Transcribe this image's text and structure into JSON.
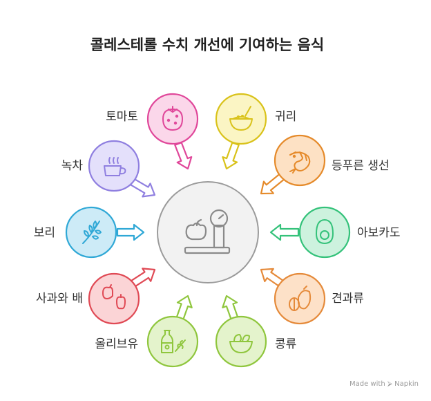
{
  "title": "콜레스테롤 수치 개선에 기여하는 음식",
  "center": {
    "icon": "scale-with-apple-icon"
  },
  "items": [
    {
      "label": "토마토",
      "icon": "tomato-icon",
      "color": "#e0479a",
      "fill": "#fbd7ea"
    },
    {
      "label": "귀리",
      "icon": "oat-bowl-icon",
      "color": "#d9c21a",
      "fill": "#fbf5c4"
    },
    {
      "label": "등푸른 생선",
      "icon": "shrimp-icon",
      "color": "#e58a2a",
      "fill": "#fde1c4"
    },
    {
      "label": "아보카도",
      "icon": "avocado-icon",
      "color": "#34c27a",
      "fill": "#cdf2de"
    },
    {
      "label": "견과류",
      "icon": "nuts-icon",
      "color": "#e58a3a",
      "fill": "#fde1c8"
    },
    {
      "label": "콩류",
      "icon": "bean-bowl-icon",
      "color": "#8fc63d",
      "fill": "#e4f3cc"
    },
    {
      "label": "올리브유",
      "icon": "olive-oil-icon",
      "color": "#8fc63d",
      "fill": "#e4f3cc"
    },
    {
      "label": "사과와 배",
      "icon": "apple-pear-icon",
      "color": "#e04a55",
      "fill": "#fbd4d6"
    },
    {
      "label": "보리",
      "icon": "barley-icon",
      "color": "#2fa8d6",
      "fill": "#cdebf7"
    },
    {
      "label": "녹차",
      "icon": "tea-icon",
      "color": "#8f7fe0",
      "fill": "#e4e0fb"
    }
  ],
  "credit": "Made with ⮚ Napkin"
}
